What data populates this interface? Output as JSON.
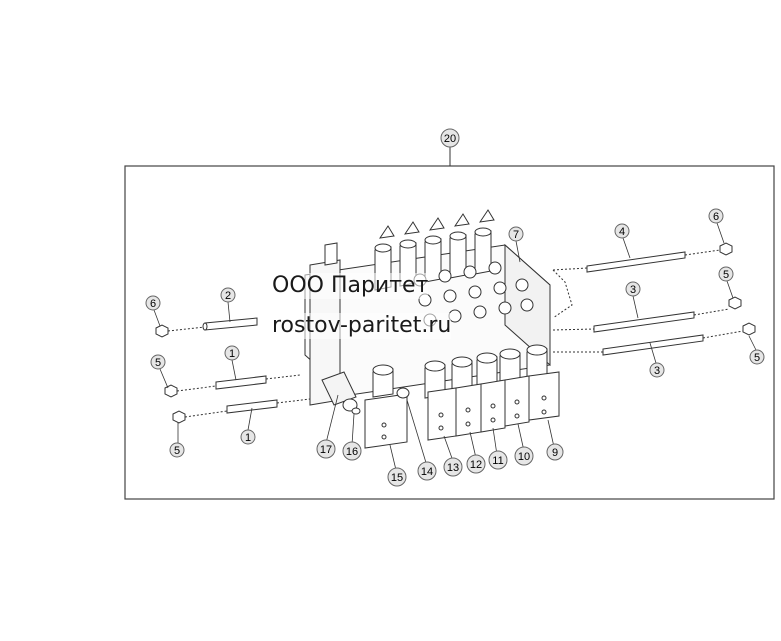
{
  "diagram": {
    "assembly_callout": "20",
    "callouts": [
      {
        "id": "c1a",
        "label": "1"
      },
      {
        "id": "c1b",
        "label": "1"
      },
      {
        "id": "c2",
        "label": "2"
      },
      {
        "id": "c3a",
        "label": "3"
      },
      {
        "id": "c3b",
        "label": "3"
      },
      {
        "id": "c4",
        "label": "4"
      },
      {
        "id": "c5a",
        "label": "5"
      },
      {
        "id": "c5b",
        "label": "5"
      },
      {
        "id": "c5c",
        "label": "5"
      },
      {
        "id": "c5d",
        "label": "5"
      },
      {
        "id": "c6a",
        "label": "6"
      },
      {
        "id": "c6b",
        "label": "6"
      },
      {
        "id": "c7",
        "label": "7"
      },
      {
        "id": "c9",
        "label": "9"
      },
      {
        "id": "c10",
        "label": "10"
      },
      {
        "id": "c11",
        "label": "11"
      },
      {
        "id": "c12",
        "label": "12"
      },
      {
        "id": "c13",
        "label": "13"
      },
      {
        "id": "c14",
        "label": "14"
      },
      {
        "id": "c15",
        "label": "15"
      },
      {
        "id": "c16",
        "label": "16"
      },
      {
        "id": "c17",
        "label": "17"
      }
    ]
  },
  "watermark": {
    "company": "ООО Паритет",
    "site": "rostov-paritet.ru"
  },
  "colors": {
    "line": "#333333",
    "callout_fill": "#e6e6e6",
    "frame": "#444444"
  }
}
